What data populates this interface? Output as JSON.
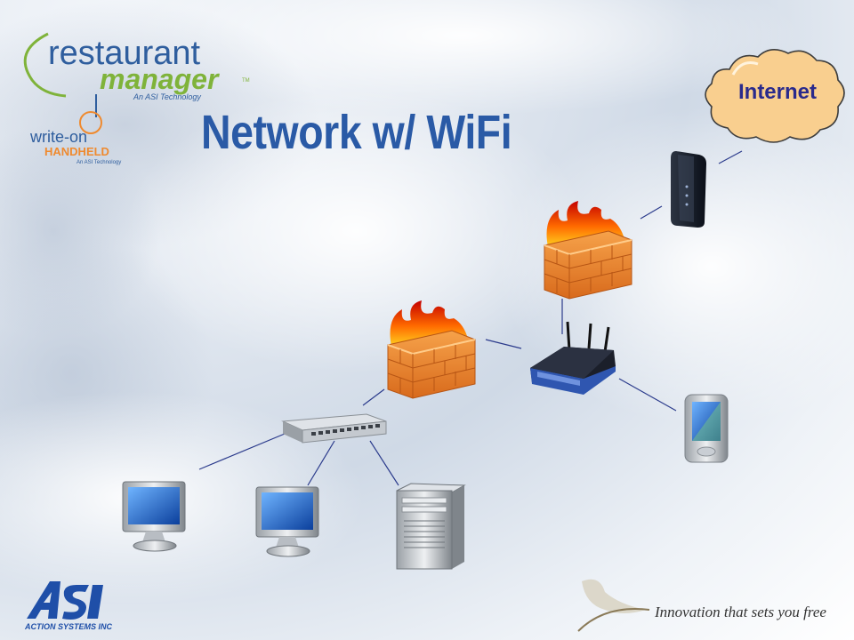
{
  "slide": {
    "title": "Network w/ WiFi"
  },
  "logo": {
    "line1": "restaurant",
    "line2": "manager",
    "trademark": "TM",
    "sub": "An ASI Technology",
    "product1": "write-on",
    "product2": "HANDHELD",
    "product_sub": "An ASI Technology"
  },
  "cloud": {
    "label": "Internet"
  },
  "footer": {
    "company": "ACTION SYSTEMS INC",
    "tagline": "Innovation that sets you free"
  },
  "colors": {
    "title": "#2a5aa6",
    "logo_blue": "#2f5e9e",
    "logo_green": "#7fb33a",
    "cloud_fill": "#f9cf8f",
    "firewall": "#ef8a2f",
    "line": "#2b3b8c"
  }
}
